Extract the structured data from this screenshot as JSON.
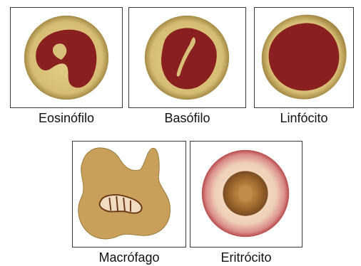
{
  "cells": [
    {
      "id": "eosinophil",
      "label": "Eosinófilo"
    },
    {
      "id": "basophil",
      "label": "Basófilo"
    },
    {
      "id": "lymphocyte",
      "label": "Linfócito"
    },
    {
      "id": "macrophage",
      "label": "Macrófago"
    },
    {
      "id": "erythrocyte",
      "label": "Eritrócito"
    }
  ],
  "colors": {
    "cytoplasm": "#d8c07a",
    "cytoplasm_edge": "#9c8540",
    "nucleus": "#8a1f1f",
    "macrophage_body": "#c9a05a",
    "macrophage_nucleus": "#f2dcc0",
    "erythrocyte_rim": "#e2a49a",
    "erythrocyte_center": "#b07a3a"
  }
}
